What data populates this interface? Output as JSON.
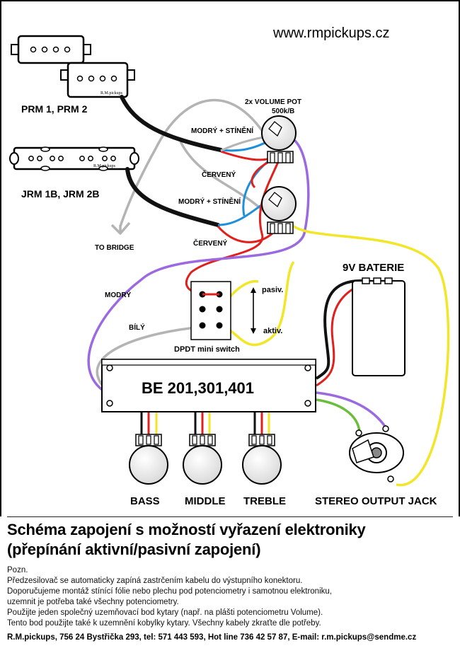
{
  "site_url": "www.rmpickups.cz",
  "pickups": {
    "prm_label": "PRM 1, PRM 2",
    "jrm_label": "JRM 1B, JRM 2B",
    "brand_mark": "R.M.pickups"
  },
  "volume_pot": {
    "title_line1": "2x VOLUME POT",
    "title_line2": "500k/B"
  },
  "wire_labels": {
    "blue_shield_1": "MODRÝ + STÍNĚNÍ",
    "red_1": "ČERVENÝ",
    "blue_shield_2": "MODRÝ + STÍNĚNÍ",
    "red_2": "ČERVENÝ",
    "to_bridge": "TO BRIDGE",
    "blue": "MODRÝ",
    "white": "BÍLÝ"
  },
  "switch": {
    "label": "DPDT mini  switch",
    "passive": "pasiv.",
    "active": "aktiv."
  },
  "battery": {
    "label": "9V BATERIE"
  },
  "preamp": {
    "label": "BE 201,301,401"
  },
  "tone_pots": [
    "BASS",
    "MIDDLE",
    "TREBLE"
  ],
  "jack_label": "STEREO OUTPUT JACK",
  "title": {
    "line1": "Schéma zapojení s možností vyřazení elektroniky",
    "line2": "(přepínání aktivní/pasivní zapojení)"
  },
  "notes": [
    "Pozn.",
    "Předzesilovač se automaticky zapíná zastrčením kabelu do výstupního konektoru.",
    "Doporučujeme montáž stínící fólie nebo plechu pod potenciometry i samotnou elektroniku,",
    "uzemnit je potřeba také všechny potenciometry.",
    "Použijte jeden společný uzemňovací bod kytary (např. na plášti potenciometru Volume).",
    "Tento bod použijte také k uzemnění kobylky kytary. Všechny kabely zkraťte dle potřeby."
  ],
  "footer": "R.M.pickups, 756 24 Bystřička 293, tel: 571 443 593, Hot line 736 42 57 87, E-mail: r.m.pickups@sendme.cz",
  "colors": {
    "wire_black": "#111111",
    "wire_red": "#e0201c",
    "wire_blue": "#1e8fd8",
    "wire_grey": "#b4b4b4",
    "wire_purple": "#9b6ae0",
    "wire_yellow": "#f2e629",
    "wire_green": "#6bbd3b"
  }
}
